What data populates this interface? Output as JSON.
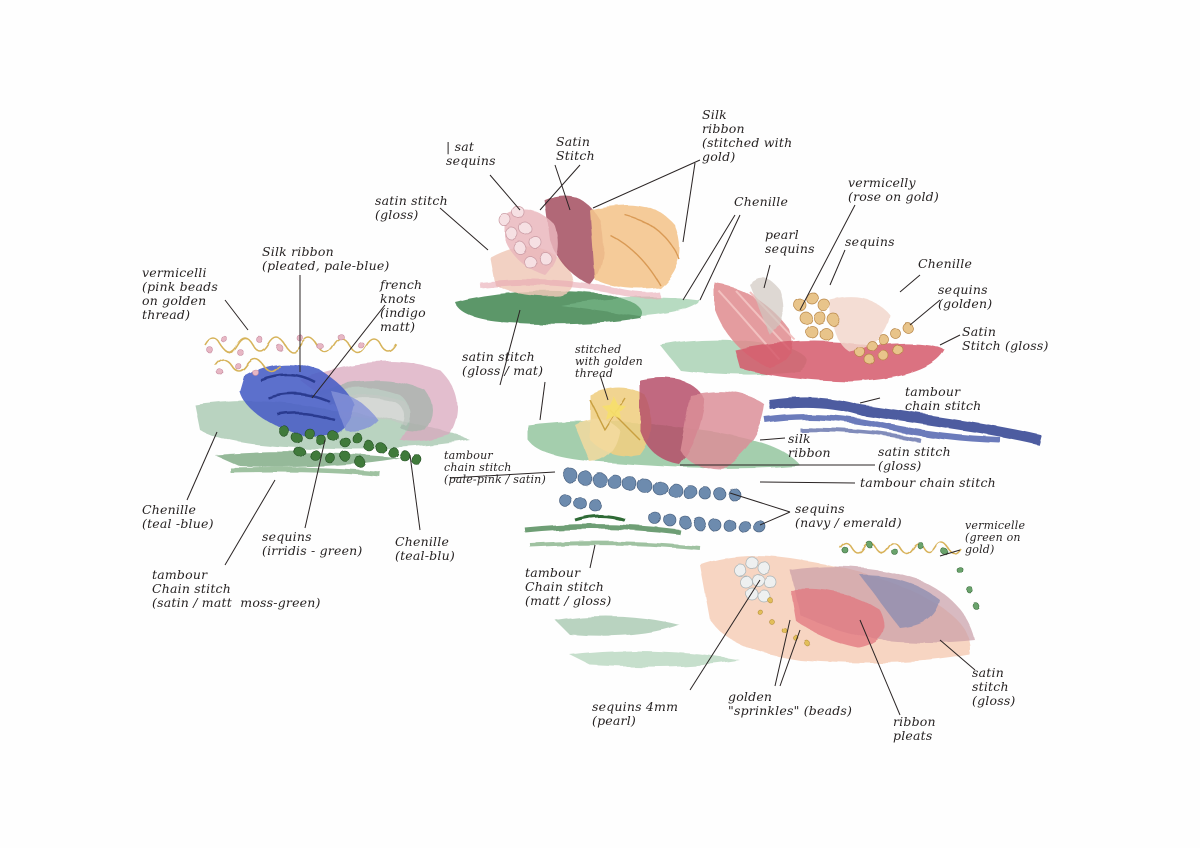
{
  "colors": {
    "paper": "#fefefe",
    "ink": "#262222",
    "leaf_green": "#4f8a4f",
    "chain_blue": "#2d3f8f",
    "rose": "#d4787f",
    "gold": "#d8b25a"
  },
  "labels": {
    "vermicelli_left": "vermicelli\n(pink beads\non golden\nthread)",
    "silk_ribbon_left": "Silk ribbon\n(pleated, pale-blue)",
    "french_knots": "french\nknots\n(indigo\nmatt)",
    "chenille_teal_left": "Chenille\n(teal -blue)",
    "sequins_irridis": "sequins\n(irridis - green)",
    "chenille_teal_mid": "Chenille\n(teal-blu)",
    "tambour_moss": "tambour\nChain stitch\n(satin / matt  moss-green)",
    "satin_stitch_gloss_top": "satin stitch\n(gloss)",
    "sat_sequins": "| sat\nsequins",
    "satin_stitch_top": "Satin\nStitch",
    "silk_ribbon_top": "Silk\nribbon\n(stitched with\ngold)",
    "chenille_top": "Chenille",
    "pearl_sequins": "pearl\nsequins",
    "vermicelly_rose": "vermicelly\n(rose on gold)",
    "sequins_top": "sequins",
    "chenille_right": "Chenille",
    "sequins_golden": "sequins\n(golden)",
    "satin_stitch_gloss_right": "Satin\nStitch (gloss)",
    "satin_stitch_gloss_mat": "satin stitch\n(gloss / mat)",
    "stitched_golden_thread": "stitched\nwith golden\nthread",
    "tambour_chain_right": "tambour\nchain stitch",
    "tambour_pale_pink": "tambour\nchain stitch\n(pale-pink / satin)",
    "silk_ribbon_mid": "silk\nribbon",
    "satin_stitch_gloss_mid": "satin stitch\n(gloss)",
    "tambour_chain_mid": "tambour chain stitch",
    "sequins_navy": "sequins\n(navy / emerald)",
    "vermicelle_green": "vermicelle\n(green on\ngold)",
    "tambour_matt_gloss": "tambour\nChain stitch\n(matt / gloss)",
    "sequins_4mm": "sequins 4mm\n(pearl)",
    "golden_sprinkles": "golden\n\"sprinkles\" (beads)",
    "ribbon_pleats": "ribbon\npleats",
    "satin_stitch_gloss_bottom": "satin\nstitch\n(gloss)"
  }
}
